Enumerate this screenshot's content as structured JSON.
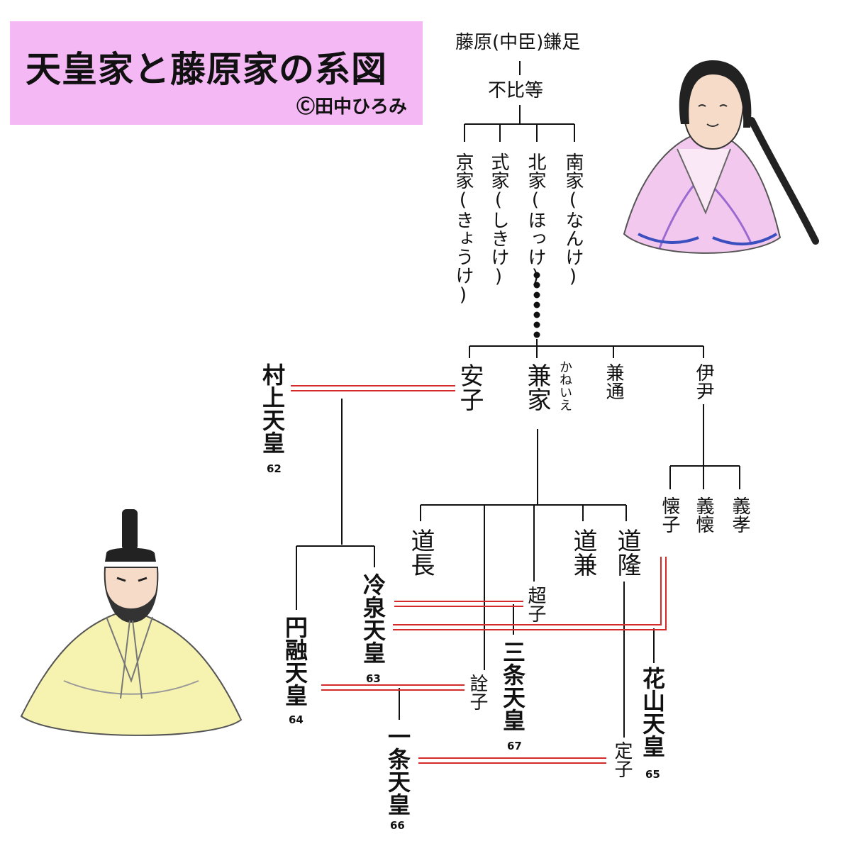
{
  "title": "天皇家と藤原家の系図",
  "credit": "Ⓒ田中ひろみ",
  "ancestors": {
    "kamatari": "藤原(中臣)鎌足",
    "fuhito": "不比等"
  },
  "four_houses": [
    "京家(きょうけ)",
    "式家(しきけ)",
    "北家(ほっけ)",
    "南家(なんけ)"
  ],
  "generation_siblings": {
    "yasuko": "安子",
    "kaneie": "兼家",
    "kaneie_reading": "かねいえ",
    "kanemichi": "兼通",
    "koretada": "伊尹"
  },
  "koretada_children": [
    "懐子",
    "義懐",
    "義孝"
  ],
  "kaneie_children": {
    "michinaga": "道長",
    "senshi": "詮子",
    "choushi": "超子",
    "michikane": "道兼",
    "michitaka": "道隆"
  },
  "teishi": "定子",
  "emperors": {
    "murakami": {
      "name": "村上天皇",
      "number": "62"
    },
    "enyu": {
      "name": "円融天皇",
      "number": "64"
    },
    "reizei": {
      "name": "冷泉天皇",
      "number": "63"
    },
    "sanjo": {
      "name": "三条天皇",
      "number": "67"
    },
    "kazan": {
      "name": "花山天皇",
      "number": "65"
    },
    "ichijo": {
      "name": "一条天皇",
      "number": "66"
    }
  },
  "colors": {
    "title_bg": "#f4b8f4",
    "marriage_line": "#d42a2a",
    "lineage_line": "#111111"
  },
  "illustrations": [
    "court-lady-illustration",
    "emperor-illustration"
  ]
}
